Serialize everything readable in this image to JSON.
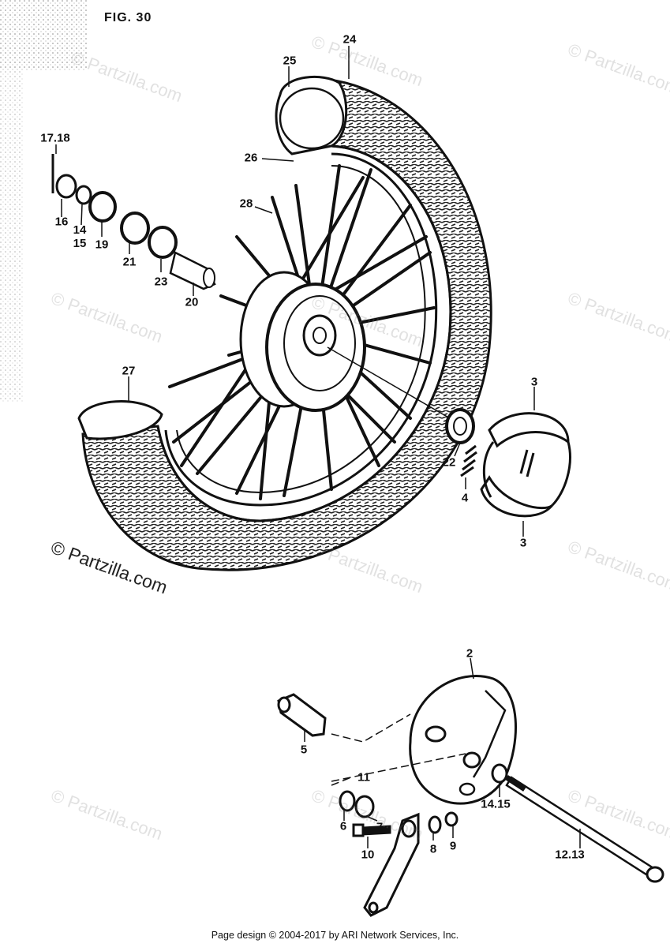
{
  "figure": {
    "title": "FIG. 30"
  },
  "labels": [
    {
      "id": "24",
      "text": "24"
    },
    {
      "id": "25",
      "text": "25"
    },
    {
      "id": "26",
      "text": "26"
    },
    {
      "id": "28",
      "text": "28"
    },
    {
      "id": "17-18",
      "text": "17.18"
    },
    {
      "id": "16",
      "text": "16"
    },
    {
      "id": "14-15a",
      "text": "14\n15"
    },
    {
      "id": "19",
      "text": "19"
    },
    {
      "id": "21",
      "text": "21"
    },
    {
      "id": "23",
      "text": "23"
    },
    {
      "id": "20",
      "text": "20"
    },
    {
      "id": "27",
      "text": "27"
    },
    {
      "id": "3a",
      "text": "3"
    },
    {
      "id": "22",
      "text": "22"
    },
    {
      "id": "4",
      "text": "4"
    },
    {
      "id": "3b",
      "text": "3"
    },
    {
      "id": "2",
      "text": "2"
    },
    {
      "id": "5",
      "text": "5"
    },
    {
      "id": "11",
      "text": "11"
    },
    {
      "id": "14-15b",
      "text": "14.15"
    },
    {
      "id": "6",
      "text": "6"
    },
    {
      "id": "7",
      "text": "7"
    },
    {
      "id": "8",
      "text": "8"
    },
    {
      "id": "9",
      "text": "9"
    },
    {
      "id": "10",
      "text": "10"
    },
    {
      "id": "12-13",
      "text": "12.13"
    }
  ],
  "watermarks": {
    "faint": "© Partzilla.com",
    "main": "© Partzilla.com"
  },
  "footer": "Page design © 2004-2017 by ARI Network Services, Inc."
}
